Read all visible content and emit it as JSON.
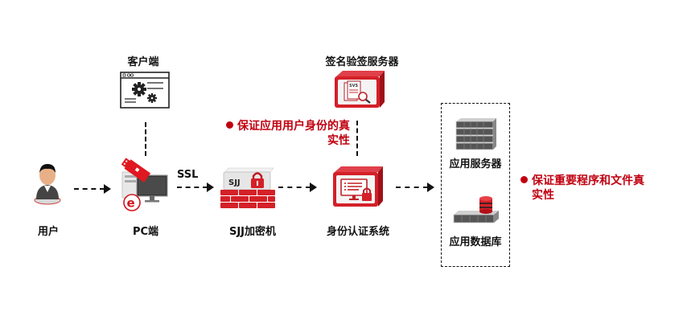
{
  "nodes": {
    "user": {
      "label": "用户"
    },
    "pc": {
      "label": "PC端"
    },
    "client": {
      "label": "客户端"
    },
    "sjj": {
      "label": "SJJ加密机",
      "badge": "SJJ"
    },
    "auth": {
      "label": "身份认证系统"
    },
    "svs": {
      "label": "签名验签服务器",
      "badge": "SVS"
    },
    "app_server": {
      "label": "应用服务器"
    },
    "app_db": {
      "label": "应用数据库"
    }
  },
  "edges": {
    "pc_to_sjj": {
      "label": "SSL"
    }
  },
  "notes": {
    "left_note": {
      "line1": "保证应用用户身份的真",
      "line2": "实性"
    },
    "right_note": {
      "line1": "保证重要程序和文件真",
      "line2": "实性"
    }
  },
  "colors": {
    "accent": "#c00010",
    "device_red": "#d42028",
    "text": "#111111"
  }
}
